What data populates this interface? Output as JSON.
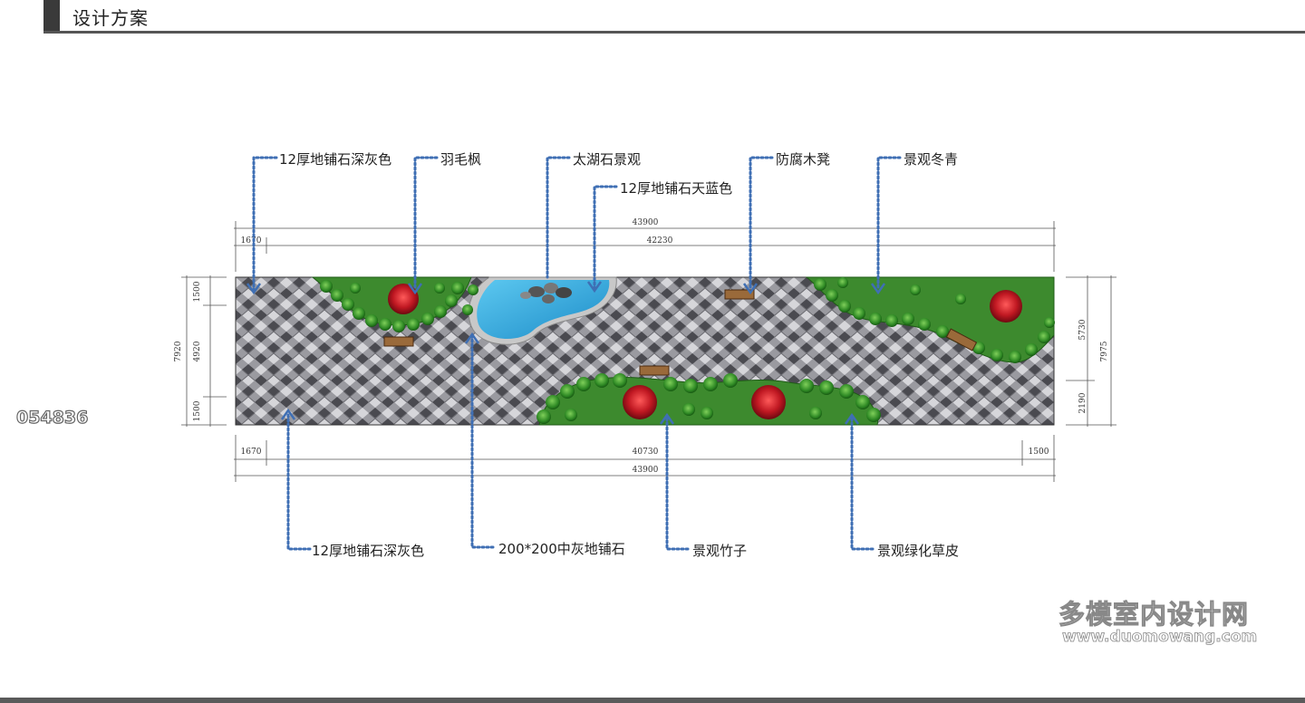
{
  "header": {
    "title": "设计方案"
  },
  "id_number": "054836",
  "watermark": {
    "name": "多模室内设计网",
    "url": "www.duomowang.com"
  },
  "top_callouts": [
    "12厚地铺石深灰色",
    "羽毛枫",
    "太湖石景观",
    "12厚地铺石天蓝色",
    "防腐木凳",
    "景观冬青"
  ],
  "bottom_callouts": [
    "12厚地铺石深灰色",
    "200*200中灰地铺石",
    "景观竹子",
    "景观绿化草皮"
  ],
  "dimensions": {
    "top_total": "43900",
    "top_left": "1670",
    "top_main": "42230",
    "bottom_left": "1670",
    "bottom_main": "40730",
    "bottom_right": "1500",
    "bottom_total": "43900",
    "left_total": "7920",
    "left_top": "1500",
    "left_mid": "4920",
    "left_bottom": "1500",
    "right_top": "5730",
    "right_bottom": "2190",
    "right_total": "7975"
  },
  "colors": {
    "callout_line": "#3f6fb4",
    "grass": "#3d8a2e",
    "water": "#35a8dc",
    "maple": "#c01822",
    "paving": "#8d8d93"
  }
}
